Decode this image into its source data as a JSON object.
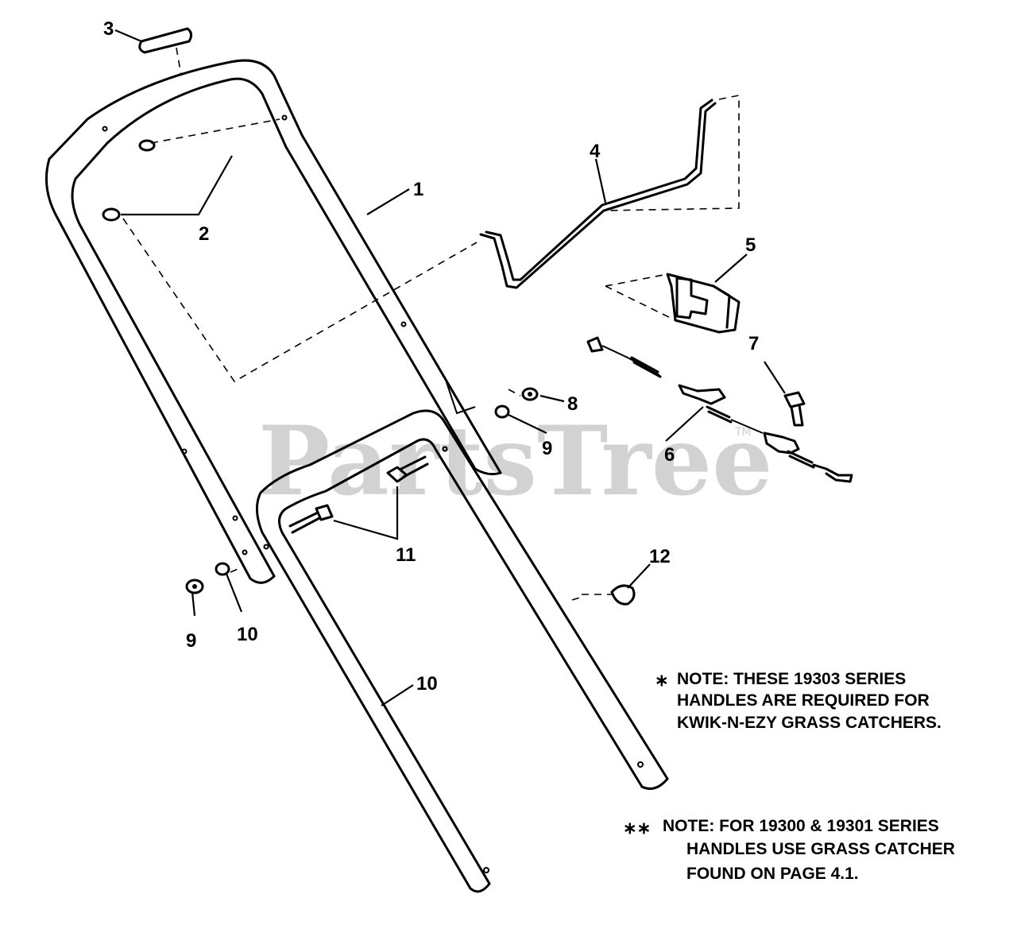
{
  "watermark": {
    "brand": "PartsTree",
    "trademark": "TM"
  },
  "callouts": [
    {
      "id": "c1",
      "label": "1"
    },
    {
      "id": "c2",
      "label": "2"
    },
    {
      "id": "c3",
      "label": "3"
    },
    {
      "id": "c4",
      "label": "4"
    },
    {
      "id": "c5",
      "label": "5"
    },
    {
      "id": "c6",
      "label": "6"
    },
    {
      "id": "c7",
      "label": "7"
    },
    {
      "id": "c8",
      "label": "8"
    },
    {
      "id": "c9a",
      "label": "9"
    },
    {
      "id": "c9b",
      "label": "9"
    },
    {
      "id": "c10a",
      "label": "10"
    },
    {
      "id": "c10b",
      "label": "10"
    },
    {
      "id": "c11",
      "label": "11"
    },
    {
      "id": "c12",
      "label": "12"
    }
  ],
  "notes": {
    "note1": {
      "marker": "∗",
      "lines": [
        "NOTE: THESE 19303 SERIES",
        "HANDLES ARE REQUIRED FOR",
        "KWIK-N-EZY GRASS CATCHERS."
      ]
    },
    "note2": {
      "marker": "∗∗",
      "lines": [
        "NOTE: FOR 19300 & 19301 SERIES",
        "HANDLES USE GRASS CATCHER",
        "FOUND ON PAGE 4.1."
      ]
    }
  }
}
